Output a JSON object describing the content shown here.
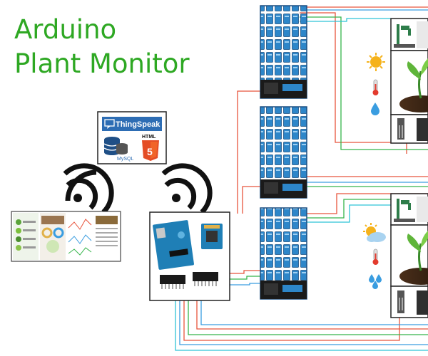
{
  "title": {
    "line1": "Arduino",
    "line2": "Plant Monitor"
  },
  "cloud": {
    "service_label": "ThingSpeak",
    "db_label": "MySQL",
    "web_label": "HTML",
    "web_version": "5"
  },
  "colors": {
    "title": "#2ea823",
    "relay_board": "#2d86c9",
    "relay_dark": "#1c4f80",
    "arduino": "#1f7fb6",
    "wire_red": "#e8543c",
    "wire_blue": "#3a9de0",
    "wire_green": "#35b54a",
    "wire_cyan": "#2ec4d6",
    "thingspeak": "#2d6db4",
    "html5": "#e44d26"
  },
  "icons": [
    "wifi-icon",
    "sun-icon",
    "partly-cloudy-icon",
    "thermometer-icon",
    "water-drop-icon",
    "water-pump-icon",
    "plant-sprout-icon",
    "soil-sensor-icon",
    "database-icon",
    "html5-icon"
  ]
}
